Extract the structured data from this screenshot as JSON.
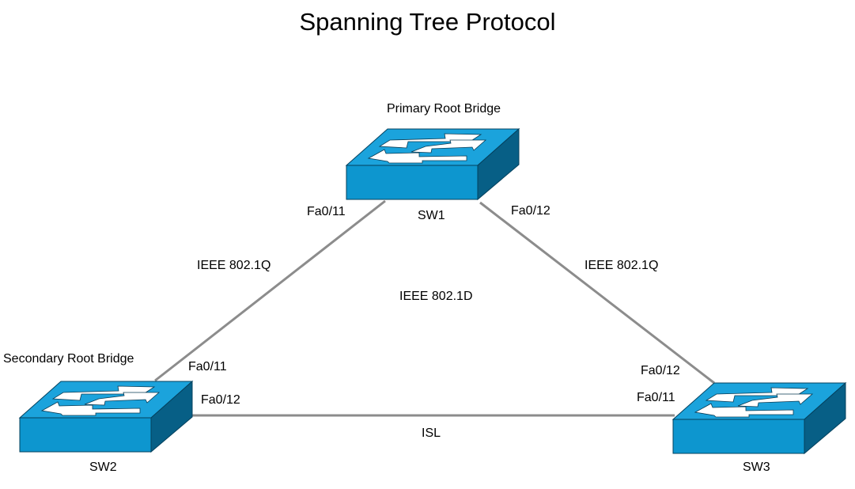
{
  "title": "Spanning Tree Protocol",
  "colors": {
    "switch_top": "#1ba3dc",
    "switch_front": "#0d96cf",
    "switch_side": "#075f86",
    "link": "#8c8c8c",
    "arrow": "#ffffff"
  },
  "switches": {
    "sw1": {
      "name": "SW1",
      "role": "Primary Root Bridge"
    },
    "sw2": {
      "name": "SW2",
      "role": "Secondary Root Bridge"
    },
    "sw3": {
      "name": "SW3"
    }
  },
  "links": {
    "sw1_sw2": {
      "protocol": "IEEE 802.1Q",
      "port_sw1": "Fa0/11",
      "port_sw2": "Fa0/11"
    },
    "sw1_sw3": {
      "protocol": "IEEE 802.1Q",
      "port_sw1": "Fa0/12",
      "port_sw3": "Fa0/12"
    },
    "sw2_sw3": {
      "protocol": "ISL",
      "port_sw2": "Fa0/12",
      "port_sw3": "Fa0/11"
    }
  },
  "center_label": "IEEE 802.1D"
}
